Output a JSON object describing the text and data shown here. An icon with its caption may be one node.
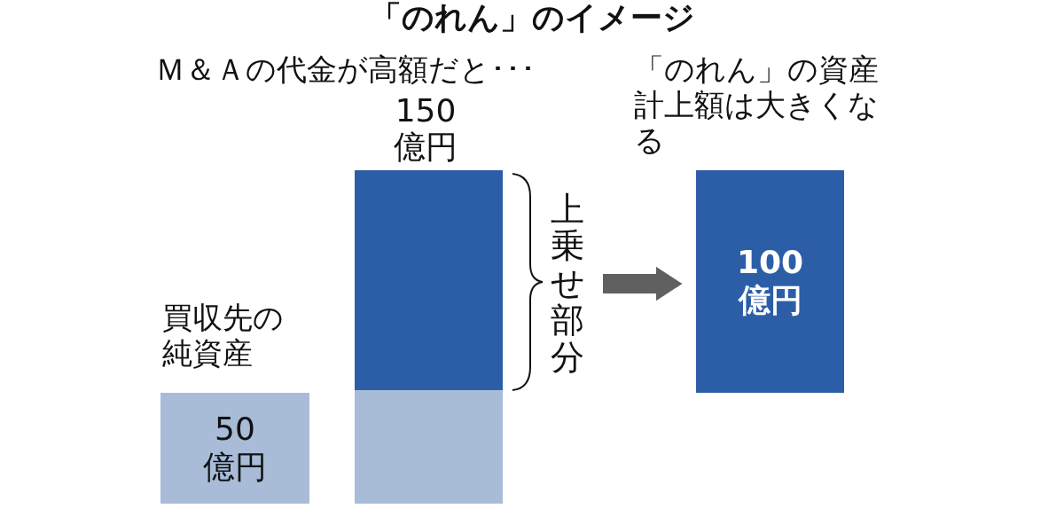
{
  "diagram": {
    "title": "「のれん」のイメージ",
    "nodes": [
      {
        "text": [
          "50億円"
        ],
        "beside": [
          "買収先の純資産"
        ]
      },
      {
        "text": [],
        "shape": "bar",
        "beside": [
          "150億円"
        ]
      },
      {
        "text": [],
        "shape": "bar"
      },
      {
        "text": [
          "上乗せ部分"
        ]
      },
      {
        "text": [
          "100億円"
        ],
        "beside": [
          "「のれん」の資産計上額は大きくなる"
        ]
      }
    ],
    "edges": [
      {
        "from": 3,
        "to": 4,
        "arrow": "to"
      }
    ],
    "labels": [
      "Ｍ＆Ａの代金が高額だと･･･"
    ]
  }
}
